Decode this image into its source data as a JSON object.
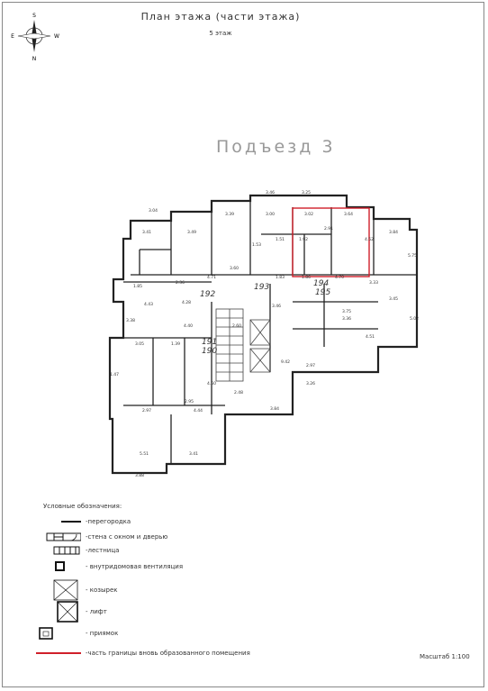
{
  "header": {
    "title": "План этажа (части этажа)",
    "floor": "5 этаж"
  },
  "compass": {
    "n": "N",
    "s": "S",
    "e": "E",
    "w": "W"
  },
  "plan": {
    "entrance_label": "Подъезд 3",
    "room_numbers": [
      "192",
      "193",
      "194",
      "195",
      "191",
      "190"
    ],
    "dimensions": [
      "3.46",
      "3.25",
      "3.04",
      "3.41",
      "3.49",
      "3.39",
      "3.00",
      "3.02",
      "3.64",
      "3.84",
      "1.53",
      "1.51",
      "1.92",
      "2.91",
      "4.52",
      "5.75",
      "3.60",
      "4.71",
      "1.83",
      "1.86",
      "4.70",
      "3.33",
      "1.85",
      "2.36",
      "3.46",
      "3.45",
      "4.43",
      "5.02",
      "3.38",
      "4.40",
      "3.75",
      "3.36",
      "3.05",
      "1.39",
      "4.51",
      "1.47",
      "2.97",
      "3.26",
      "3.84",
      "2.97",
      "2.95",
      "4.44",
      "5.51",
      "3.41",
      "3.88",
      "9.42",
      "2.48",
      "2.60",
      "4.28",
      "4.60"
    ],
    "highlight_color": "#d0202a"
  },
  "legend": {
    "title": "Условные обозначения:",
    "items": [
      {
        "key": "partition",
        "label": "-перегородка"
      },
      {
        "key": "wall",
        "label": "-стена с окном и дверью"
      },
      {
        "key": "stair",
        "label": "-лестница"
      },
      {
        "key": "vent",
        "label": "- внутридомовая вентиляция"
      },
      {
        "key": "canopy",
        "label": "- козырек"
      },
      {
        "key": "lift",
        "label": "- лифт"
      },
      {
        "key": "pit",
        "label": "- приямок"
      },
      {
        "key": "boundary",
        "label": "-часть границы вновь образованного помещения"
      }
    ]
  },
  "scale": {
    "label": "Масштаб 1:100"
  }
}
